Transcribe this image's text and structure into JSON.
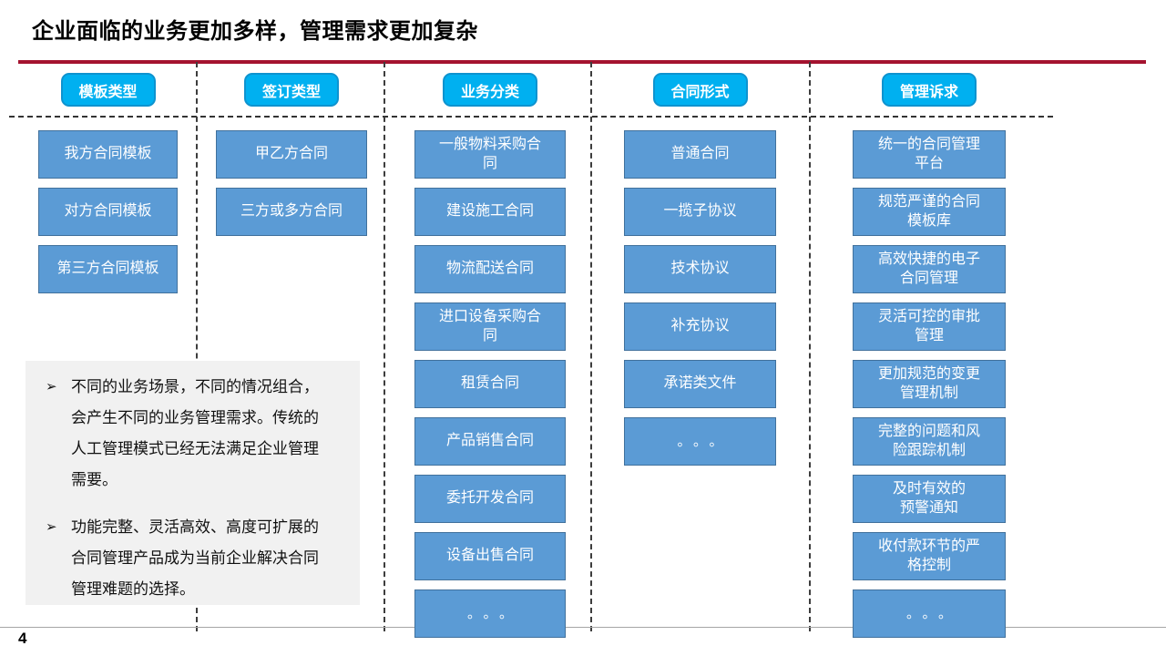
{
  "slide": {
    "title": "企业面临的业务更加多样，管理需求更加复杂",
    "page_number": "4"
  },
  "colors": {
    "accent_red": "#A4132F",
    "header_blue": "#00B0F0",
    "header_border": "#0E93CF",
    "box_blue": "#5B9BD5",
    "box_border": "#41719C"
  },
  "columns": [
    {
      "header": "模板类型",
      "items": [
        "我方合同模板",
        "对方合同模板",
        "第三方合同模板"
      ]
    },
    {
      "header": "签订类型",
      "items": [
        "甲乙方合同",
        "三方或多方合同"
      ]
    },
    {
      "header": "业务分类",
      "items": [
        "一般物料采购合同",
        "建设施工合同",
        "物流配送合同",
        "进口设备采购合同",
        "租赁合同",
        "产品销售合同",
        "委托开发合同",
        "设备出售合同",
        "。。。"
      ]
    },
    {
      "header": "合同形式",
      "items": [
        "普通合同",
        "一揽子协议",
        "技术协议",
        "补充协议",
        "承诺类文件",
        "。。。"
      ]
    },
    {
      "header": "管理诉求",
      "items": [
        "统一的合同管理平台",
        "规范严谨的合同模板库",
        "高效快捷的电子合同管理",
        "灵活可控的审批管理",
        "更加规范的变更管理机制",
        "完整的问题和风险跟踪机制",
        "及时有效的\n预警通知",
        "收付款环节的严格控制",
        "。。。"
      ]
    }
  ],
  "notes": {
    "bullet_glyph": "➢",
    "bullets": [
      "不同的业务场景，不同的情况组合，会产生不同的业务管理需求。传统的人工管理模式已经无法满足企业管理需要。",
      "功能完整、灵活高效、高度可扩展的合同管理产品成为当前企业解决合同管理难题的选择。"
    ]
  }
}
